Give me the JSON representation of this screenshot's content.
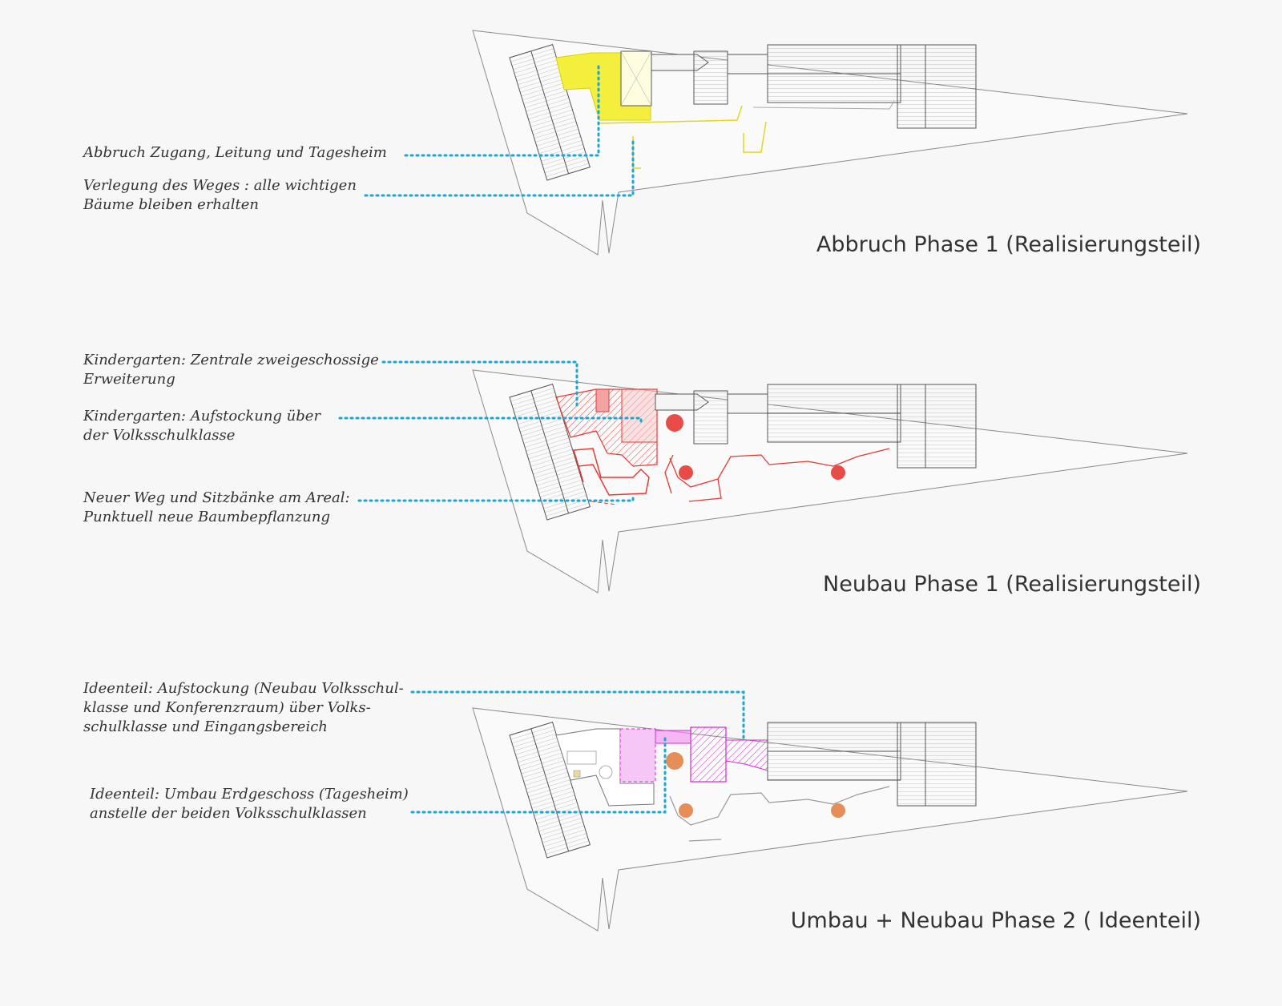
{
  "colors": {
    "background": "#f7f7f7",
    "leader": "#1aa7d6",
    "phase1_demolition": "#f2ec3a",
    "phase1_new": "#e53935",
    "phase2_idea": "#e040e0",
    "outline": "#8a8a8a"
  },
  "panels": [
    {
      "title": "Abbruch Phase 1 (Realisierungsteil)",
      "callouts": [
        {
          "lines": [
            "Abbruch Zugang, Leitung und Tagesheim"
          ]
        },
        {
          "lines": [
            "Verlegung des Weges : alle wichtigen",
            "Bäume bleiben erhalten"
          ]
        }
      ]
    },
    {
      "title": "Neubau Phase 1 (Realisierungsteil)",
      "callouts": [
        {
          "lines": [
            "Kindergarten: Zentrale zweigeschossige",
            "Erweiterung"
          ]
        },
        {
          "lines": [
            "Kindergarten: Aufstockung über",
            "der Volksschulklasse"
          ]
        },
        {
          "lines": [
            "Neuer Weg und Sitzbänke am Areal:",
            "Punktuell neue Baumbepflanzung"
          ]
        }
      ]
    },
    {
      "title": "Umbau + Neubau Phase 2 ( Ideenteil)",
      "callouts": [
        {
          "lines": [
            "Ideenteil: Aufstockung (Neubau Volksschul-",
            "klasse und Konferenzraum) über Volks-",
            "schulklasse und Eingangsbereich"
          ]
        },
        {
          "lines": [
            "Ideenteil: Umbau Erdgeschoss (Tagesheim)",
            "anstelle der beiden Volksschulklassen"
          ]
        }
      ]
    }
  ]
}
